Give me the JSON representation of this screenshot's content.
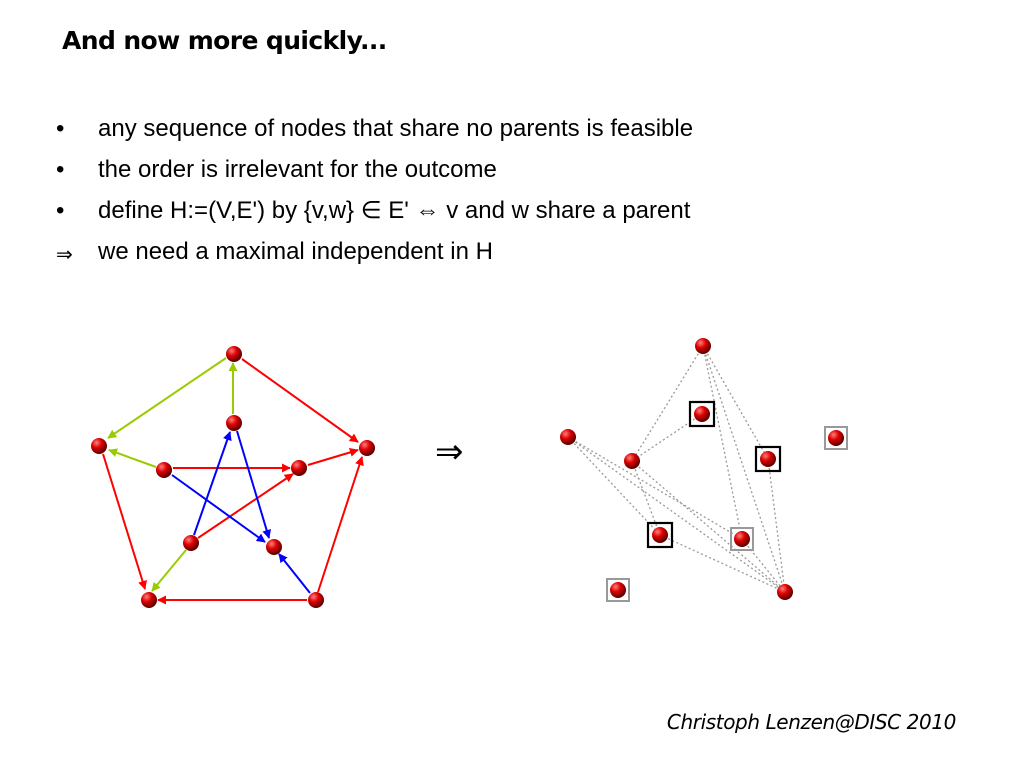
{
  "title": "And now more quickly...",
  "bullets": [
    {
      "marker": "•",
      "text": "any sequence of nodes that share no parents is feasible"
    },
    {
      "marker": "•",
      "text": "the order is irrelevant for the outcome"
    },
    {
      "marker": "•",
      "text": "define H:=(V,E') by {v,w} ∈ E' ⇔ v and w share a parent"
    },
    {
      "marker": "⇒",
      "text": "we need a maximal independent in H"
    }
  ],
  "implies_symbol": "⇒",
  "footer": "Christoph Lenzen@DISC 2010",
  "colors": {
    "node": "#c00000",
    "edge_red": "#ff0000",
    "edge_green": "#99cc00",
    "edge_blue": "#0000ff",
    "dotted_edge": "#999999",
    "box_black": "#000000",
    "box_gray": "#999999"
  }
}
